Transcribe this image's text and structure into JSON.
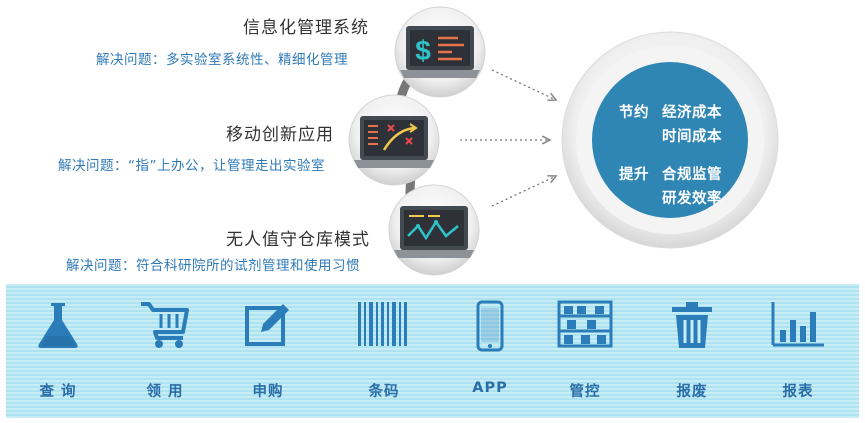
{
  "scenarios": [
    {
      "title": "信息化管理系统",
      "desc": "解决问题：多实验室系统性、精细化管理",
      "icon": "dollar-terminal-laptop-icon"
    },
    {
      "title": "移动创新应用",
      "desc": "解决问题：“指”上办公，让管理走出实验室",
      "icon": "strategy-board-laptop-icon"
    },
    {
      "title": "无人值守仓库模式",
      "desc": "解决问题：符合科研院所的试剂管理和使用习惯",
      "icon": "line-chart-laptop-icon"
    }
  ],
  "benefits": {
    "save_label": "节约",
    "save_items": [
      "经济成本",
      "时间成本"
    ],
    "improve_label": "提升",
    "improve_items": [
      "合规监管",
      "研发效率"
    ]
  },
  "modules": [
    {
      "label": "查 询",
      "icon": "flask-icon"
    },
    {
      "label": "领 用",
      "icon": "shopping-cart-icon"
    },
    {
      "label": "申购",
      "icon": "edit-icon"
    },
    {
      "label": "条码",
      "icon": "barcode-icon"
    },
    {
      "label": "APP",
      "icon": "smartphone-icon"
    },
    {
      "label": "管控",
      "icon": "shelf-icon"
    },
    {
      "label": "报废",
      "icon": "trash-icon"
    },
    {
      "label": "报表",
      "icon": "bar-chart-icon"
    }
  ],
  "colors": {
    "primary": "#2a87b8",
    "module_icon": "#2a7db8",
    "desc_text": "#2f7ab8",
    "center_fill": "#2f86b4"
  }
}
